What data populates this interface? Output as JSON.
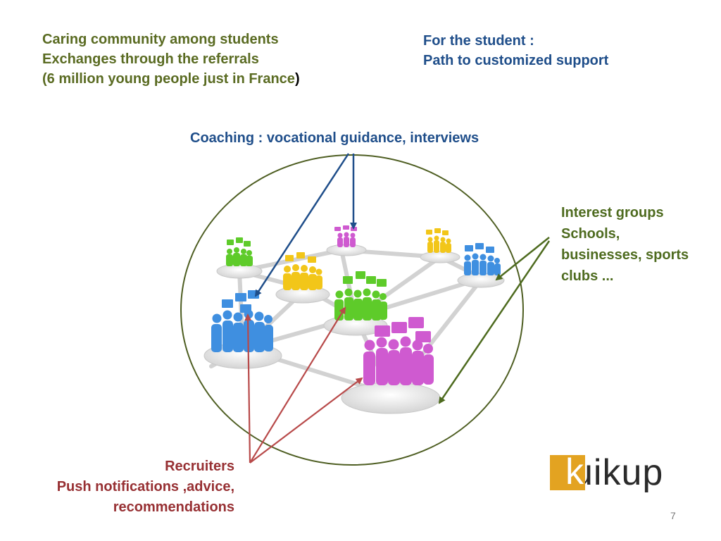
{
  "top_left": {
    "line1": "Caring community among students",
    "line2": "Exchanges through the referrals",
    "line3_main": "(6 million young people just in France",
    "line3_close": ")"
  },
  "top_right": {
    "line1": "For the student :",
    "line2": "Path to customized support"
  },
  "coaching": "Coaching : vocational guidance, interviews",
  "interest": {
    "line1": "Interest groups",
    "line2": "Schools,",
    "line3": "businesses, sports",
    "line4": "clubs ..."
  },
  "recruiters": {
    "line1": "Recruiters",
    "line2": "Push notifications ,advice,",
    "line3": "recommendations"
  },
  "logo": {
    "k": "k",
    "rest": "uikup"
  },
  "page_number": "7",
  "colors": {
    "olive": "#5a6b22",
    "navy": "#1f4e8a",
    "red": "#973033",
    "logo_yellow": "#e3a321",
    "group_green": "#5ecb2a",
    "group_yellow": "#f2c619",
    "group_blue": "#3f8fe0",
    "group_pink": "#cf5ad0"
  }
}
